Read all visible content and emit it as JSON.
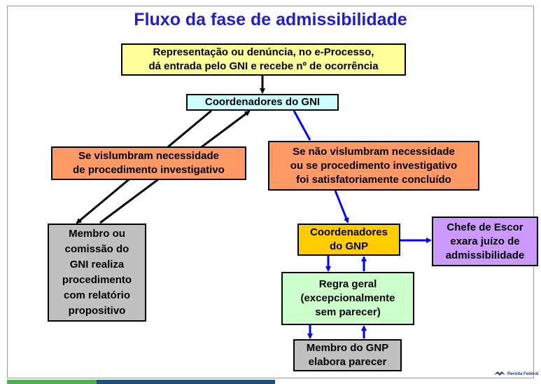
{
  "title": "Fluxo da fase de admissibilidade",
  "boxes": {
    "representacao": "Representação ou denúncia, no e-Processo,\ndá entrada pelo GNI e recebe nº de ocorrência",
    "coord_gni": "Coordenadores do GNI",
    "se_vislumbram": "Se vislumbram necessidade\nde procedimento investigativo",
    "nao_vislumbram": "Se não vislumbram necessidade\nou se procedimento investigativo\nfoi satisfatoriamente concluído",
    "membro_gni": "Membro ou\ncomissão do\nGNI realiza\nprocedimento\ncom relatório\npropositivo",
    "coord_gnp": "Coordenadores\ndo GNP",
    "chefe": "Chefe de Escor\nexara juízo de\nadmissibilidade",
    "regra": "Regra geral\n(excepcionalmente\nsem parecer)",
    "membro_gnp": "Membro do GNP\nelabora parecer"
  },
  "logo": {
    "text": "Receita Federal",
    "icon": "eagle-logo-icon"
  },
  "colors": {
    "title": "#1f1fcc",
    "arrow_black": "#000000",
    "arrow_blue": "#0000ff"
  }
}
